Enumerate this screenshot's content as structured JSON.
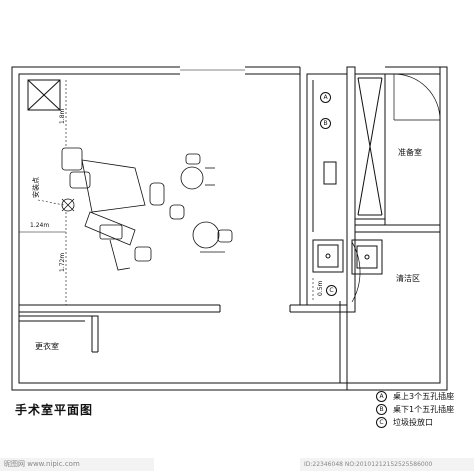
{
  "title": "手术室平面图",
  "rooms": {
    "prep": "准备室",
    "cleaning": "清洁区",
    "changing": "更衣室"
  },
  "annotations": {
    "install_point": "安装点",
    "dim_1_8m": "1.8m",
    "dim_1_24m": "1.24m",
    "dim_1_72m": "1.72m",
    "dim_0_5m": "0.5m"
  },
  "legend": [
    {
      "symbol": "A",
      "text": "桌上3个五孔插座"
    },
    {
      "symbol": "B",
      "text": "桌下1个五孔插座"
    },
    {
      "symbol": "C",
      "text": "垃圾投放口"
    }
  ],
  "markers": {
    "a": "A",
    "b": "B",
    "c": "C"
  },
  "watermark": {
    "left": "昵图网 www.nipic.com",
    "right": "ID:22346048 NO:20101212152525586000"
  }
}
